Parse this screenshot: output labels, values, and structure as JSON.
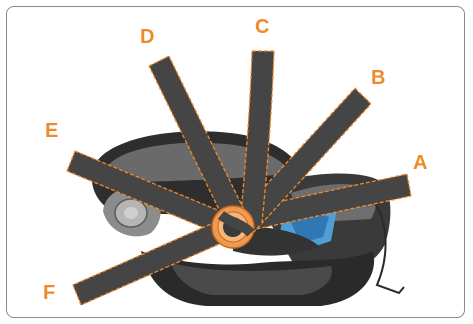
{
  "labels": {
    "a": "A",
    "b": "B",
    "c": "C",
    "d": "D",
    "e": "E",
    "f": "F"
  },
  "colors": {
    "accent": "#ef8a2c",
    "strap": "#454545",
    "seat_dark": "#2c2c2c",
    "seat_mid": "#5a5a5a",
    "seat_light": "#8c8c8c",
    "highlight_blue": "#4f9fd6"
  }
}
